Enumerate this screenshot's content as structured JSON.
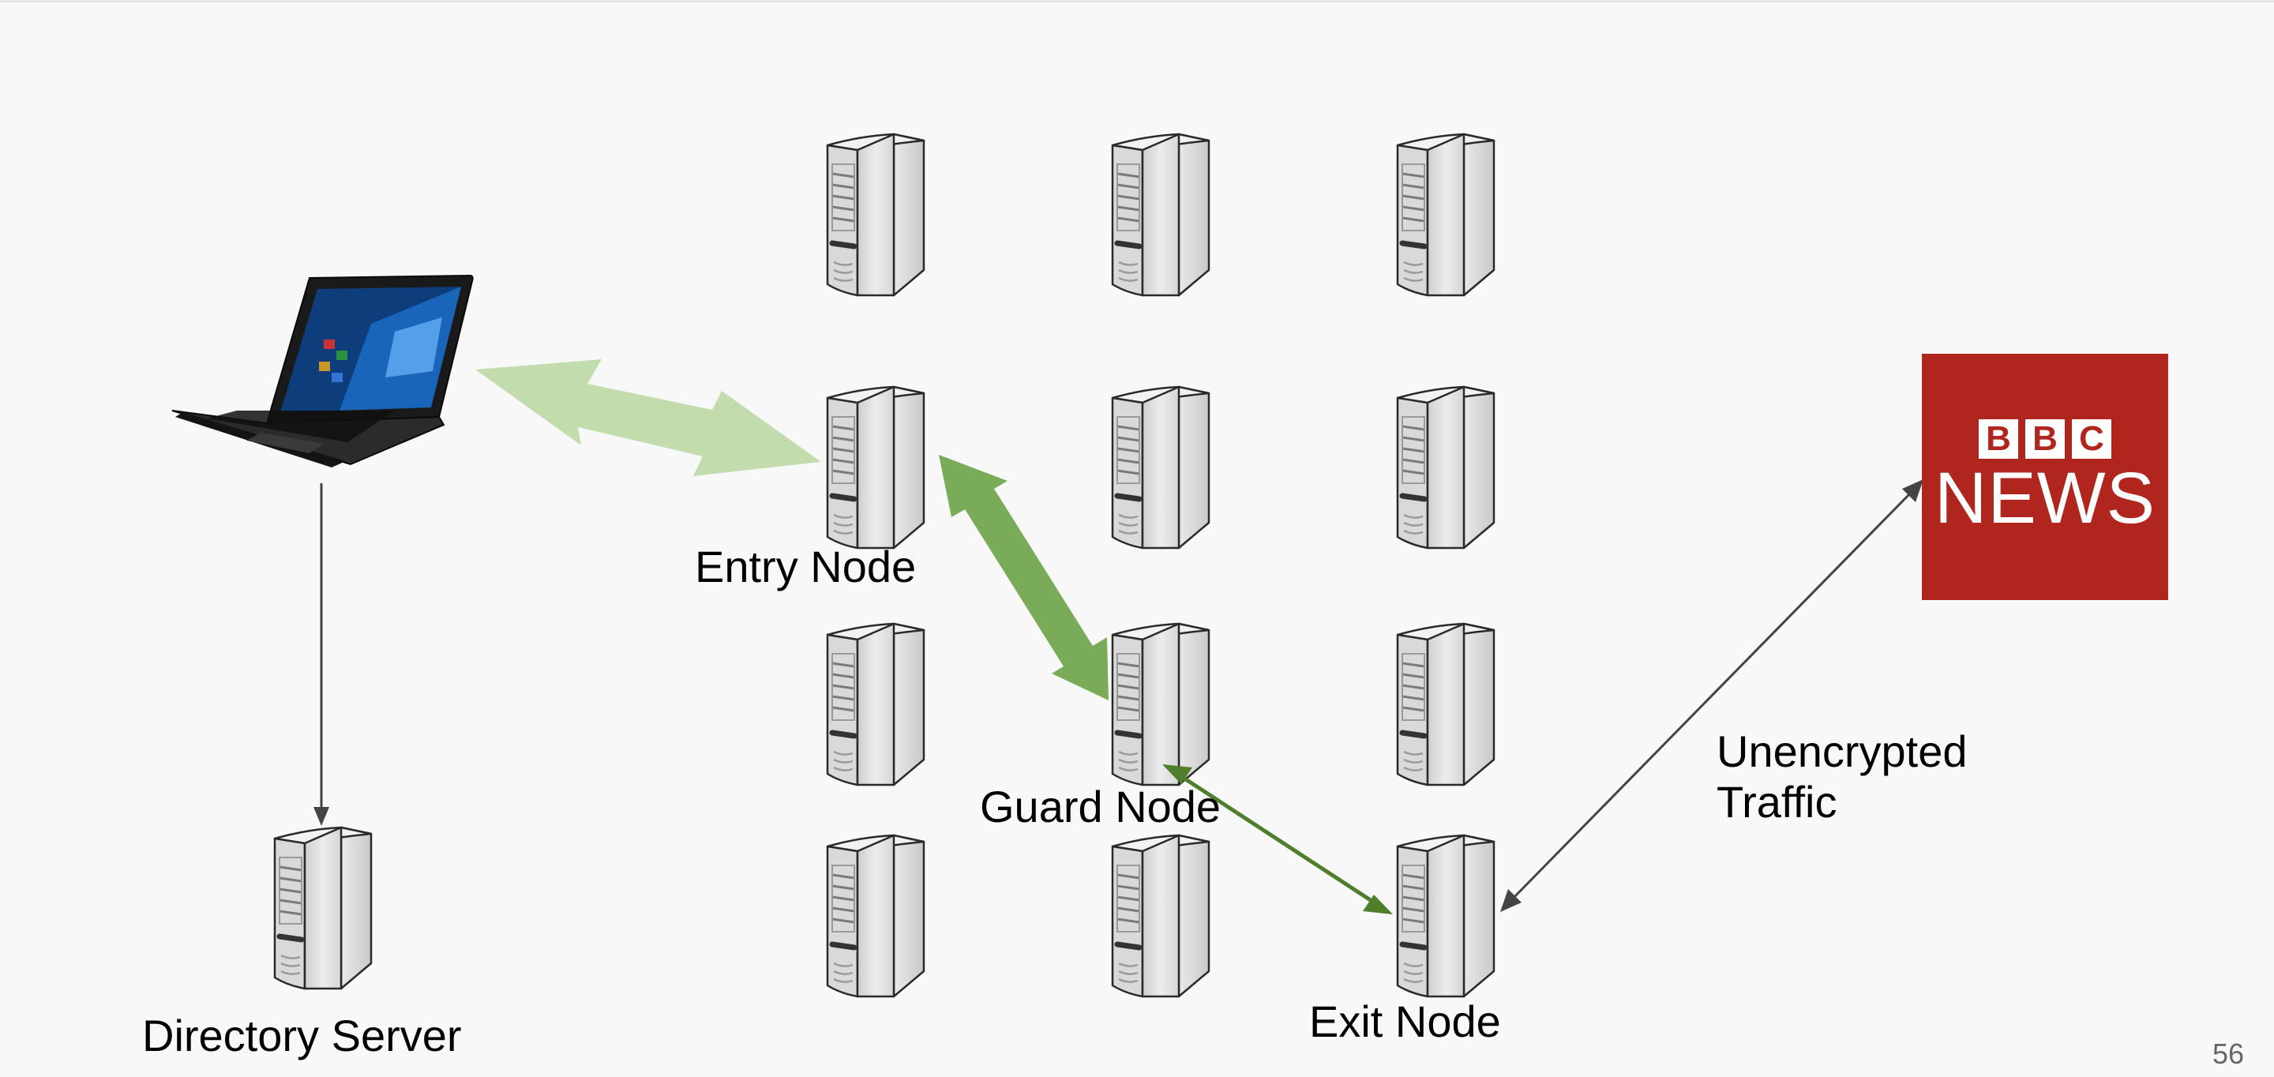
{
  "labels": {
    "entry_node": "Entry Node",
    "guard_node": "Guard Node",
    "exit_node": "Exit Node",
    "directory_server": "Directory Server",
    "unencrypted_line1": "Unencrypted",
    "unencrypted_line2": "Traffic"
  },
  "bbc_logo": {
    "letters": [
      "B",
      "B",
      "C"
    ],
    "news": "NEWS"
  },
  "page_number": "56",
  "colors": {
    "light_green_arrow": "#c3dcae",
    "mid_green_arrow": "#7aab58",
    "dark_green_arrow": "#4f7f2c",
    "gray_arrow": "#444444",
    "bbc_red": "#b0261f",
    "server_body": "#e2e2e2"
  },
  "icons": [
    "laptop-icon",
    "server-icon",
    "bbc-news-logo"
  ]
}
